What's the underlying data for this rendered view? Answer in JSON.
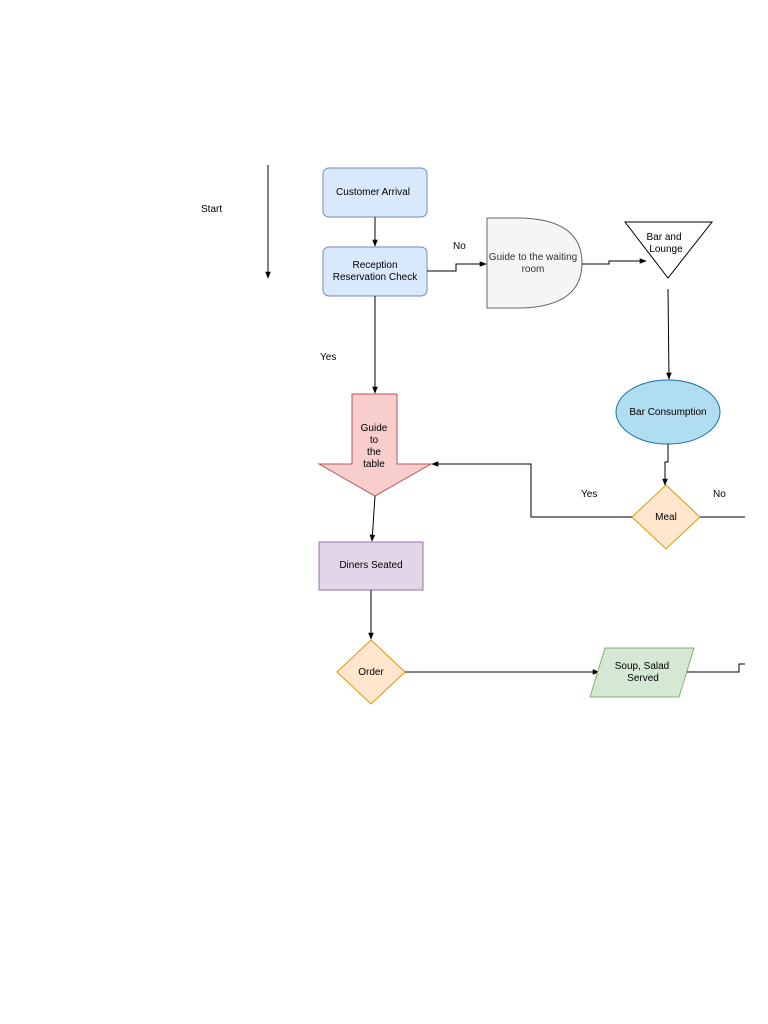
{
  "diagram": {
    "start_label": "Start",
    "nodes": {
      "customer_arrival": "Customer Arrival",
      "reception_line1": "Reception",
      "reception_line2": "Reservation Check",
      "waiting_line1": "Guide to the waiting",
      "waiting_line2": "room",
      "bar_line1": "Bar and",
      "bar_line2": "Lounge",
      "bar_consumption": "Bar Consumption",
      "meal": "Meal",
      "guide_line1": "Guide",
      "guide_line2": "to",
      "guide_line3": "the",
      "guide_line4": "table",
      "diners_seated": "Diners Seated",
      "order": "Order",
      "soup_line1": "Soup, Salad",
      "soup_line2": "Served"
    },
    "edge_labels": {
      "reception_no": "No",
      "reception_yes": "Yes",
      "meal_yes": "Yes",
      "meal_no": "No"
    },
    "colors": {
      "blue_fill": "#dae8fc",
      "blue_stroke": "#6c8ebf",
      "gray_fill": "#f5f5f5",
      "gray_stroke": "#666666",
      "light_blue_fill": "#b1ddf0",
      "light_blue_stroke": "#10739e",
      "orange_fill": "#ffe6cc",
      "orange_stroke": "#d79b00",
      "red_fill": "#f8cecc",
      "red_stroke": "#b85450",
      "purple_fill": "#e1d5e7",
      "purple_stroke": "#9673a6",
      "green_fill": "#d5e8d4",
      "green_stroke": "#82b366"
    }
  }
}
